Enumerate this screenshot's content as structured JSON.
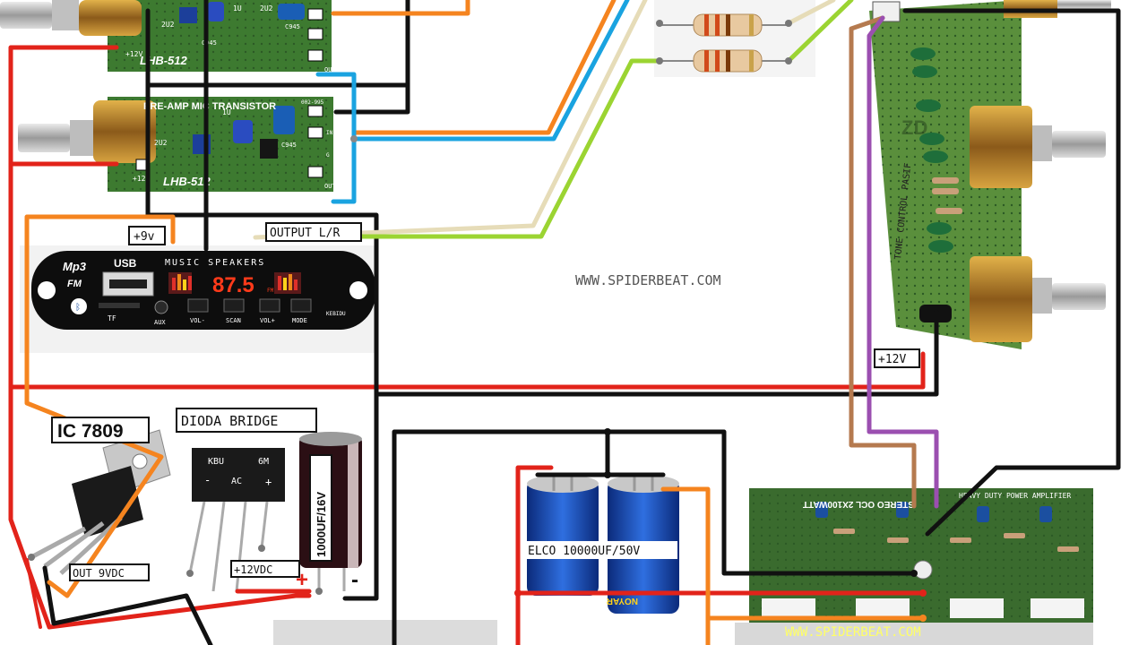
{
  "labels": {
    "v9": "+9v",
    "output_lr": "OUTPUT L/R",
    "v12_tone": "+12V",
    "ic_title": "IC 7809",
    "out_9vdc": "OUT 9VDC",
    "dioda": "DIODA BRIDGE",
    "v12_dc": "+12VDC",
    "cap_small": "1000UF/16V",
    "elco": "ELCO 10000UF/50V",
    "watermark": "WWW.SPIDERBEAT.COM",
    "watermark_amp": "WWW.SPIDERBEAT.COM",
    "plus": "+",
    "minus": "-"
  },
  "preamp": {
    "brand": "LHB-512",
    "title": "PRE-AMP MIC TRANSISTOR",
    "v12": "+12V",
    "out": "OUT",
    "g": "G",
    "in": "IN",
    "c945": "C945",
    "u1": "1U",
    "u2": "2U2",
    "code": "002-995"
  },
  "mp3": {
    "logo_mp3": "Mp3",
    "logo_fm": "FM",
    "usb": "USB",
    "header": "MUSIC SPEAKERS",
    "freq": "87.5",
    "fm_unit": "FM",
    "tf": "TF",
    "aux": "AUX",
    "btn_volm": "VOL-",
    "btn_scan": "SCAN",
    "btn_volp": "VOL+",
    "btn_mode": "MODE",
    "brand": "KEBIDU"
  },
  "tone": {
    "label": "TONE CONTROL PASIF",
    "zd": "ZD"
  },
  "bridge": {
    "kbu": "KBU",
    "part": "6M",
    "ac": "AC",
    "minus": "-",
    "plus": "+"
  },
  "elco_cap": {
    "brand": "NOYAR"
  },
  "amp": {
    "title": "STEREO OCL 2X100WATT",
    "subtitle": "HEAVY DUTY POWER AMPLIFIER"
  },
  "colors": {
    "red": "#e2231a",
    "black": "#111111",
    "orange": "#f5841f",
    "blue": "#1aa3e0",
    "cream": "#e6dcb8",
    "lime": "#9bd432",
    "brown": "#b57a4f",
    "purple": "#9b4fb0",
    "pcb_green": "#3f7a34"
  }
}
